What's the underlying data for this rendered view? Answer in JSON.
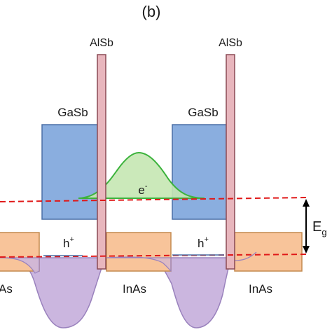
{
  "panel_label": "(b)",
  "barrier_label_left": "AlSb",
  "barrier_label_right": "AlSb",
  "valence_label_left": "GaSb",
  "valence_label_right": "GaSb",
  "well_label_left": "As",
  "well_label_center": "InAs",
  "well_label_right": "InAs",
  "electron_label": "e",
  "electron_sup": "-",
  "hole_label_left": "h",
  "hole_label_right": "h",
  "hole_sup": "+",
  "gap_label": "E",
  "gap_sub": "g",
  "colors": {
    "gasb": "#8aaedf",
    "gasb_stroke": "#4a6fa5",
    "inas": "#f8c49a",
    "inas_stroke": "#c48a4e",
    "alsb": "#e8b6bd",
    "alsb_stroke": "#8a4a55",
    "electron": "#c5e7b2",
    "electron_stroke": "#3db33d",
    "hole": "#cbb6df",
    "hole_stroke": "#9a82bd",
    "dashed": "#e01818"
  }
}
